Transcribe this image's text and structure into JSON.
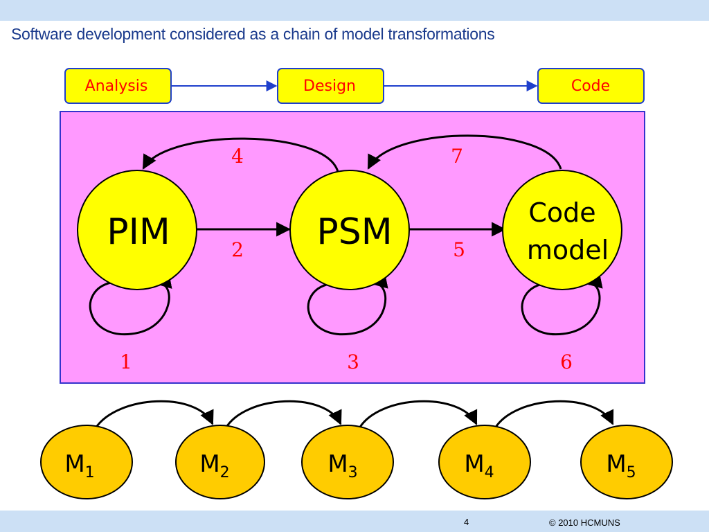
{
  "header": {
    "title": "Software development considered as a chain of model transformations"
  },
  "phases": [
    "Analysis",
    "Design",
    "Code"
  ],
  "models": {
    "pim": "PIM",
    "psm": "PSM",
    "code_model_line1": "Code",
    "code_model_line2": "model"
  },
  "transformations": {
    "t1": "1",
    "t2": "2",
    "t3": "3",
    "t4": "4",
    "t5": "5",
    "t6": "6",
    "t7": "7"
  },
  "chain": [
    {
      "base": "M",
      "sub": "1"
    },
    {
      "base": "M",
      "sub": "2"
    },
    {
      "base": "M",
      "sub": "3"
    },
    {
      "base": "M",
      "sub": "4"
    },
    {
      "base": "M",
      "sub": "5"
    }
  ],
  "footer": {
    "page": "4",
    "copyright": "© 2010 HCMUNS"
  },
  "colors": {
    "panel_fill": "#ff99ff",
    "panel_border": "#3333cc",
    "model_fill": "#ffff00",
    "chain_fill": "#ffcc00",
    "phase_fill": "#ffff00",
    "phase_text": "#ff0000",
    "number_text": "#ff0000",
    "band": "#cce0f5"
  }
}
